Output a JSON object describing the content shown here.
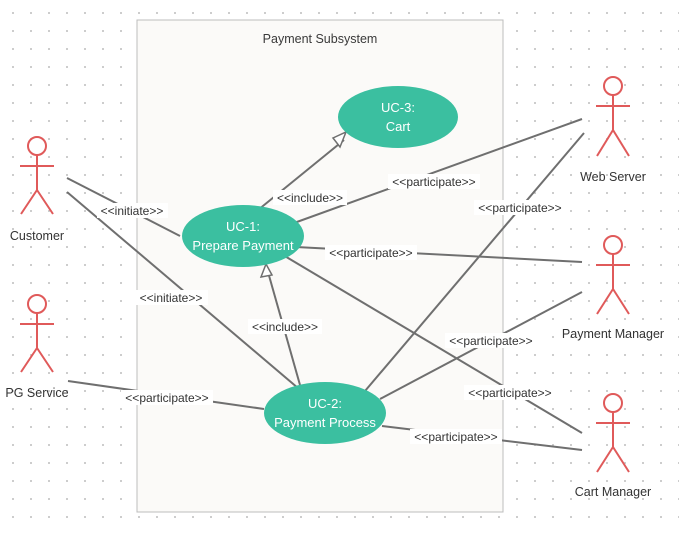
{
  "diagram": {
    "subsystem_title": "Payment Subsystem",
    "colors": {
      "use_case": "#3bbfa0",
      "actor": "#e05a5a",
      "connector": "#6f6f6f"
    },
    "use_cases": {
      "uc1": {
        "line1": "UC-1:",
        "line2": "Prepare Payment"
      },
      "uc2": {
        "line1": "UC-2:",
        "line2": "Payment Process"
      },
      "uc3": {
        "line1": "UC-3:",
        "line2": "Cart"
      }
    },
    "actors": {
      "customer": "Customer",
      "pg_service": "PG Service",
      "web_server": "Web Server",
      "payment_manager": "Payment Manager",
      "cart_manager": "Cart Manager"
    },
    "labels": {
      "include_uc1_uc3": "<<include>>",
      "include_uc2_uc1": "<<include>>",
      "initiate_customer_uc1": "<<initiate>>",
      "initiate_customer_uc2": "<<initiate>>",
      "participate_pg_uc2": "<<participate>>",
      "participate_webserver_uc1": "<<participate>>",
      "participate_webserver_uc2": "<<participate>>",
      "participate_paymentmgr_uc1": "<<participate>>",
      "participate_paymentmgr_uc2": "<<participate>>",
      "participate_cartmgr_uc1": "<<participate>>",
      "participate_cartmgr_uc2": "<<participate>>"
    }
  }
}
